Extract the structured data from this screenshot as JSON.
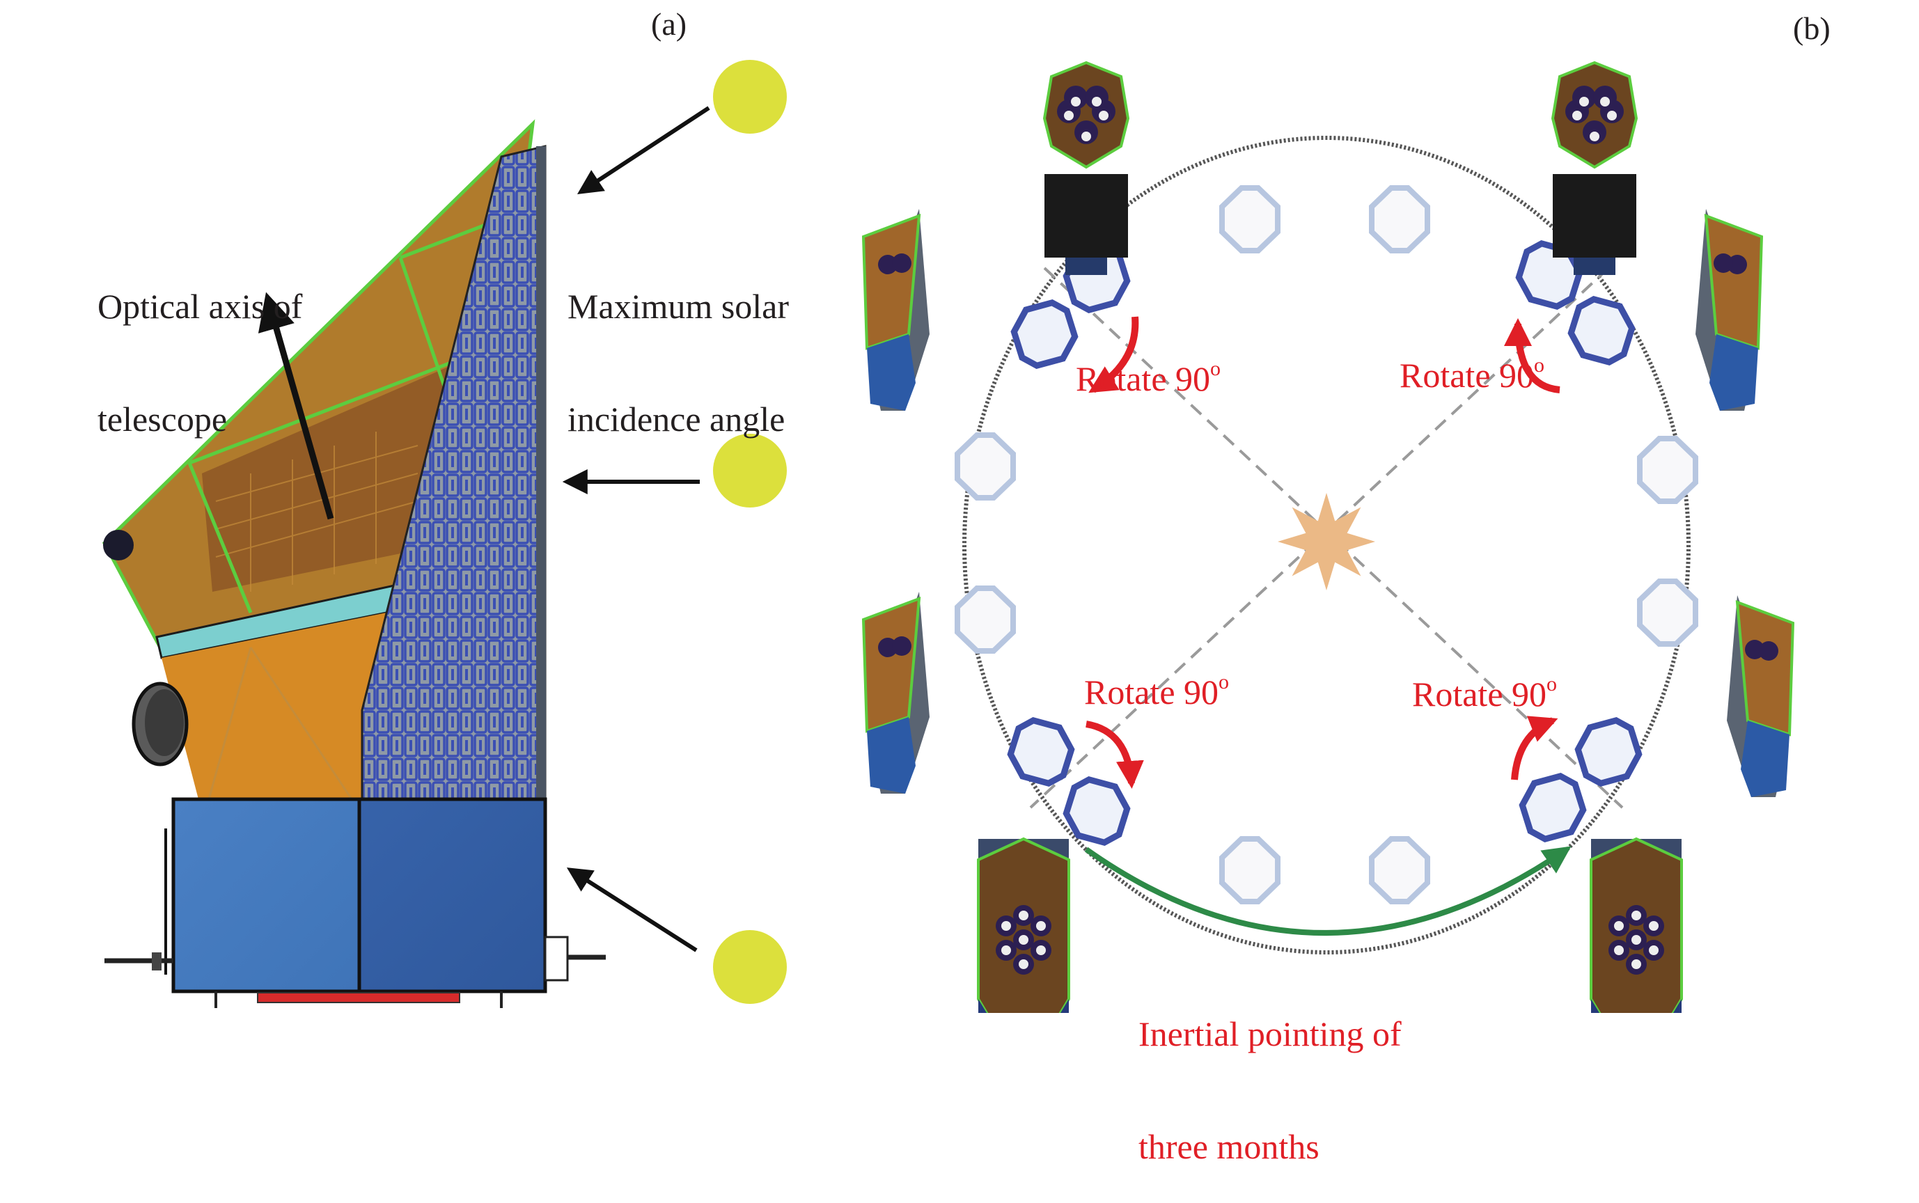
{
  "figure": {
    "panel_a": {
      "tag": "(a)",
      "optical_axis_label_line1": "Optical axis of",
      "optical_axis_label_line2": "telescope",
      "solar_angle_label_line1": "Maximum solar",
      "solar_angle_label_line2": "incidence angle",
      "sun_count": 3,
      "colors": {
        "sun": "#dce03c",
        "telescope_body": "#b8822d",
        "solar_panel": "#3b4fb3",
        "solar_panel_bg": "#8f9aa6",
        "service_module_left": "#467cbf",
        "service_module_right": "#335fa6",
        "frame_edge": "#5ccd3f",
        "radiator": "#d62b2b"
      }
    },
    "panel_b": {
      "tag": "(b)",
      "rotate_labels": [
        {
          "text": "Rotate 90",
          "sup": "o"
        },
        {
          "text": "Rotate 90",
          "sup": "o"
        },
        {
          "text": "Rotate 90",
          "sup": "o"
        },
        {
          "text": "Rotate 90",
          "sup": "o"
        }
      ],
      "inertial_label_line1": "Inertial pointing of",
      "inertial_label_line2": "three months",
      "colors": {
        "sun_star": "#ebb986",
        "active_hex_stroke": "#3d4fa6",
        "passive_hex_stroke": "#b7c6e0",
        "hex_fill": "#eef2fa",
        "rotate_arrow": "#e01f26",
        "inertial_arrow": "#2d8a47",
        "orbit": "#555555",
        "diagonal": "#9a9a9a"
      }
    }
  }
}
